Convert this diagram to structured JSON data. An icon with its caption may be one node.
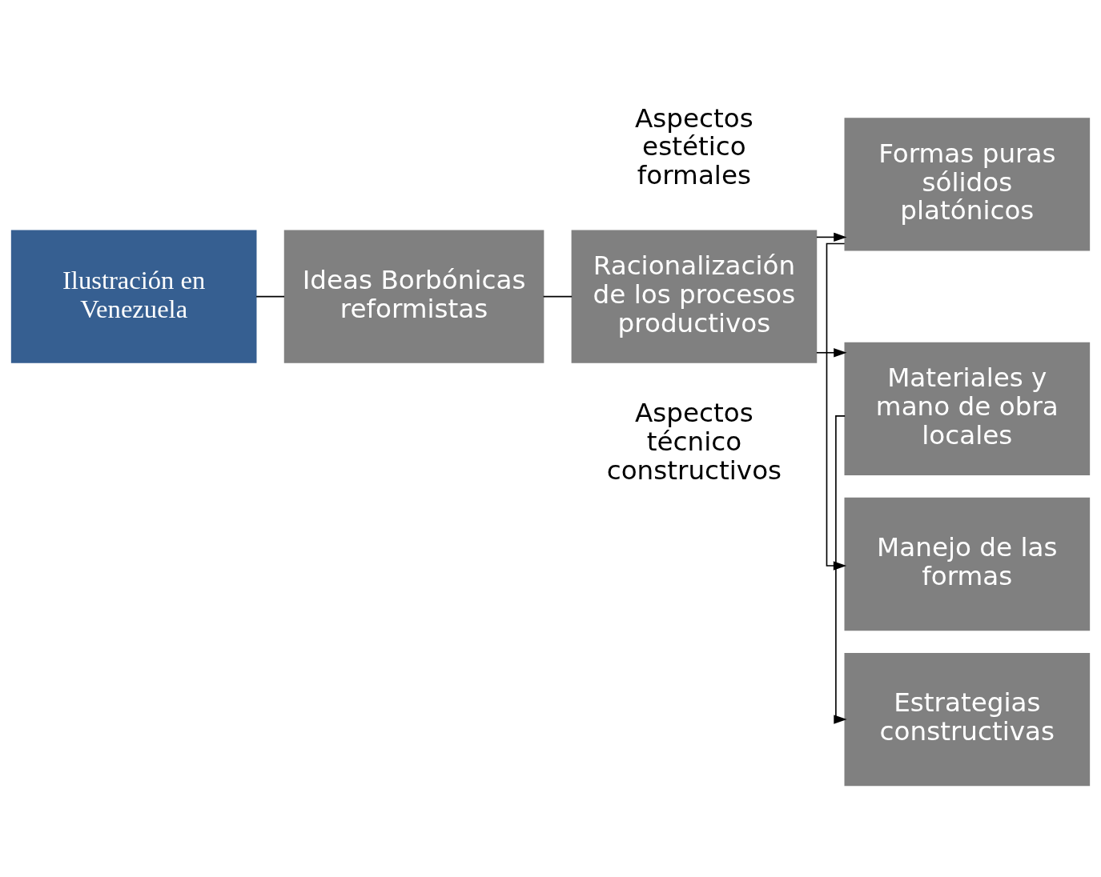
{
  "diagram": {
    "nodes": [
      {
        "text": [
          "Ilustración en Venezuela"
        ]
      },
      {
        "text": [
          "Ideas Borbónicas reformistas"
        ]
      },
      {
        "text": [
          "Racionalización de los procesos productivos"
        ]
      },
      {
        "text": [
          "Manejo de las formas"
        ]
      },
      {
        "text": [
          "Formas puras sólidos platónicos"
        ]
      },
      {
        "text": [
          "Materiales y mano de obra locales"
        ]
      },
      {
        "text": [
          "Estrategias constructivas"
        ]
      }
    ],
    "edges": [
      {
        "from": 0,
        "to": 1,
        "arrow": "none"
      },
      {
        "from": 1,
        "to": 2,
        "arrow": "none"
      },
      {
        "from": 2,
        "to": 4,
        "arrow": "to"
      },
      {
        "from": 2,
        "to": 5,
        "arrow": "to"
      },
      {
        "from": 4,
        "to": 3,
        "arrow": "to"
      },
      {
        "from": 5,
        "to": 6,
        "arrow": "to"
      }
    ],
    "labels": [
      "Aspectos estético formales",
      "Aspectos técnico constructivos"
    ]
  }
}
